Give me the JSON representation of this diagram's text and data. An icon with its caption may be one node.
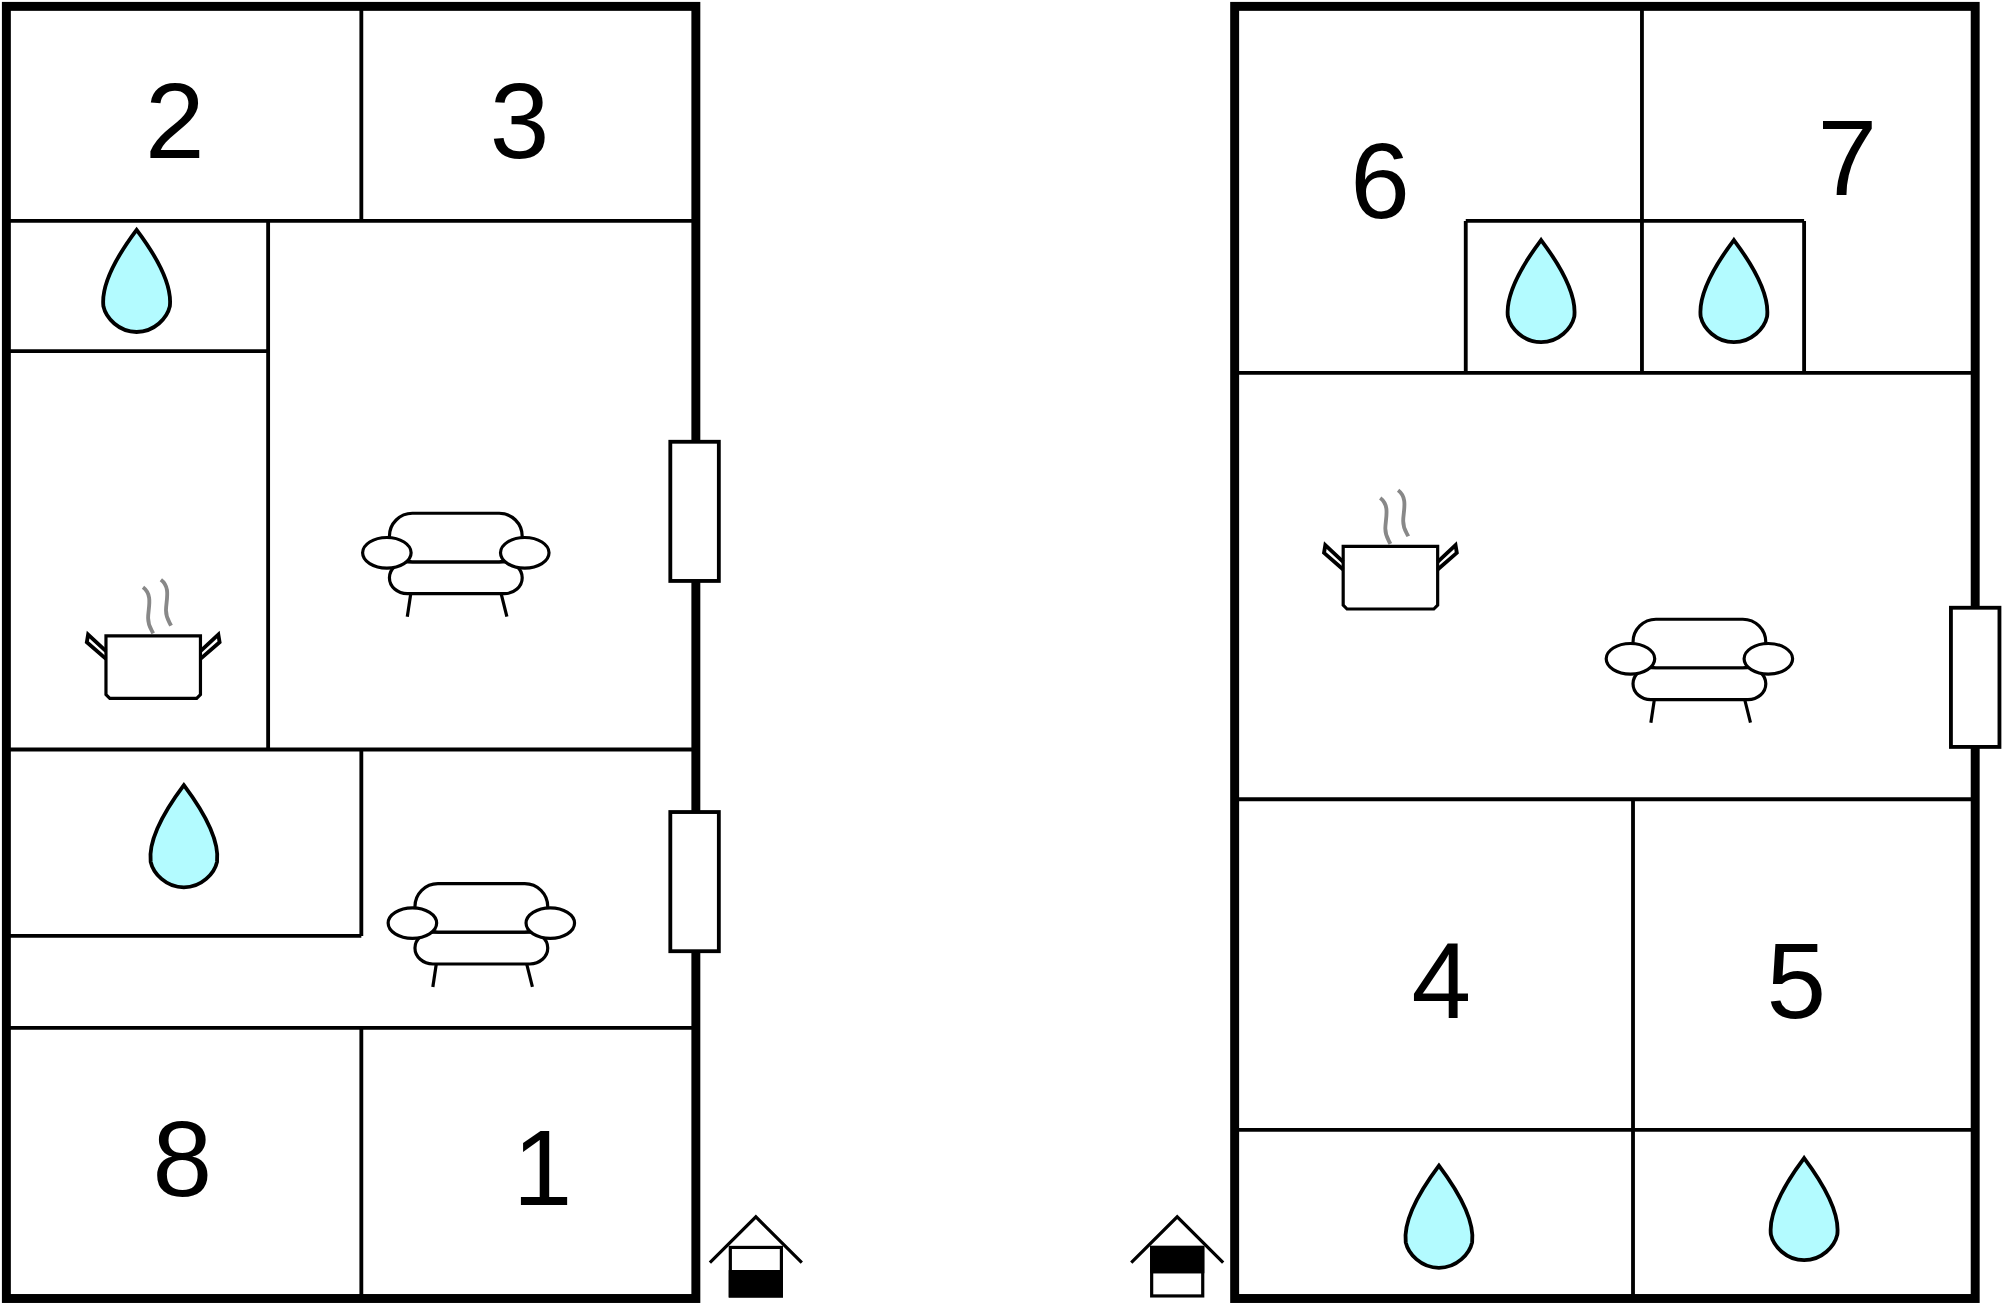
{
  "diagram": {
    "labels": [
      "2",
      "3",
      "6",
      "7",
      "4",
      "5",
      "8",
      "1"
    ]
  }
}
